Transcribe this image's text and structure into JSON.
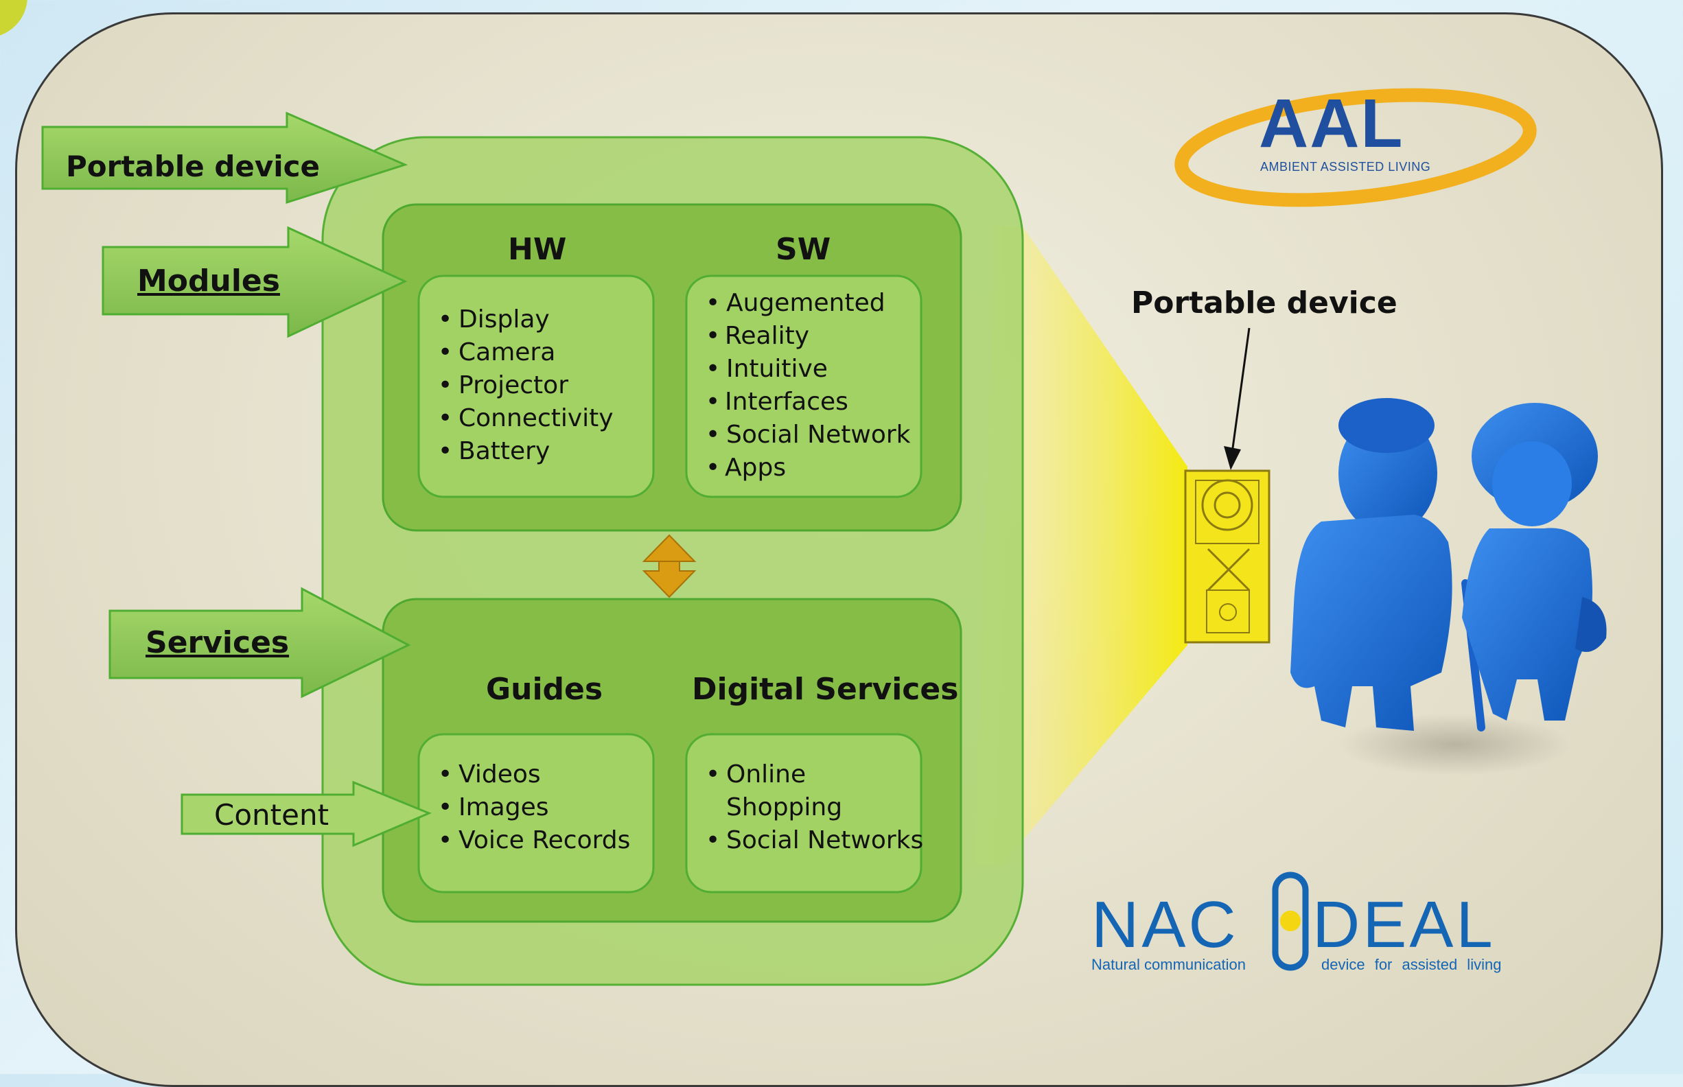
{
  "tabs": {
    "portable_device": "Portable device",
    "modules": "Modules",
    "services": "Services",
    "content": "Content"
  },
  "modules": {
    "hw": {
      "title": "HW",
      "items": [
        "Display",
        "Camera",
        "Projector",
        "Connectivity",
        "Battery"
      ]
    },
    "sw": {
      "title": "SW",
      "items": [
        {
          "line1": "Augemented",
          "line2": "Reality"
        },
        {
          "line1": "Intuitive",
          "line2": "Interfaces"
        },
        {
          "line1": "Social Network",
          "line2": "Apps"
        }
      ]
    }
  },
  "services": {
    "guides": {
      "title": "Guides",
      "items": [
        "Videos",
        "Images",
        "Voice Records"
      ]
    },
    "digital": {
      "title": "Digital Services",
      "items": [
        "Online Shopping",
        "Social Networks"
      ]
    }
  },
  "callout": {
    "label": "Portable device"
  },
  "logos": {
    "aal": {
      "main": "AAL",
      "sub": "AMBIENT ASSISTED LIVING"
    },
    "nacodeal": {
      "left": "NAC",
      "right": "DEAL",
      "tagline_left": "Natural communication",
      "tagline_right": "device for assisted living"
    }
  },
  "colors": {
    "panel_bg": "#e6e2cf",
    "outer_green": "#a8d46a",
    "inner_green": "#86bd46",
    "box_green": "#9fcf5f",
    "arrow_green": "#8cc850",
    "yellow_beam": "#f2ea2a",
    "aal_blue": "#1f4f9e",
    "aal_gold": "#f2b01e",
    "nac_blue": "#1565b5",
    "people_blue": "#1a6fd6"
  }
}
